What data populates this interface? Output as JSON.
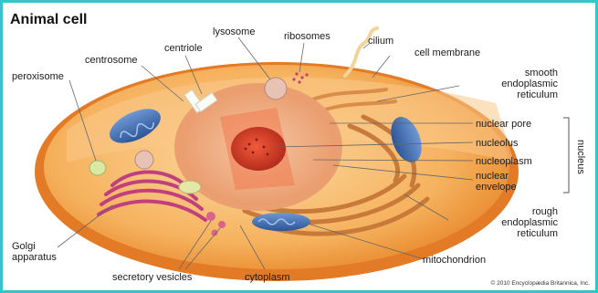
{
  "title": "Animal cell",
  "labels": {
    "lysosome": "lysosome",
    "ribosomes": "ribosomes",
    "cilium": "cilium",
    "centriole": "centriole",
    "centrosome": "centrosome",
    "cell_membrane": "cell membrane",
    "peroxisome": "peroxisome",
    "smooth_er": [
      "smooth",
      "endoplasmic",
      "reticulum"
    ],
    "nuclear_pore": "nuclear pore",
    "nucleolus": "nucleolus",
    "nucleoplasm": "nucleoplasm",
    "nuclear_envelope": [
      "nuclear",
      "envelope"
    ],
    "nucleus": "nucleus",
    "rough_er": [
      "rough",
      "endoplasmic",
      "reticulum"
    ],
    "golgi": [
      "Golgi",
      "apparatus"
    ],
    "mitochondrion": "mitochondrion",
    "secretory_vesicles": "secretory vesicles",
    "cytoplasm": "cytoplasm"
  },
  "credit": "© 2010 Encyclopædia Britannica, Inc.",
  "colors": {
    "frame": "#39c2c9",
    "cell_outer": "#f3a24a",
    "cell_inner": "#f8c27a",
    "nucleus": "#f2b089",
    "nucleolus": "#d9432a",
    "mitochondrion": "#3e6fb5",
    "golgi": "#c0407e",
    "rough_er": "#c87a3a"
  }
}
